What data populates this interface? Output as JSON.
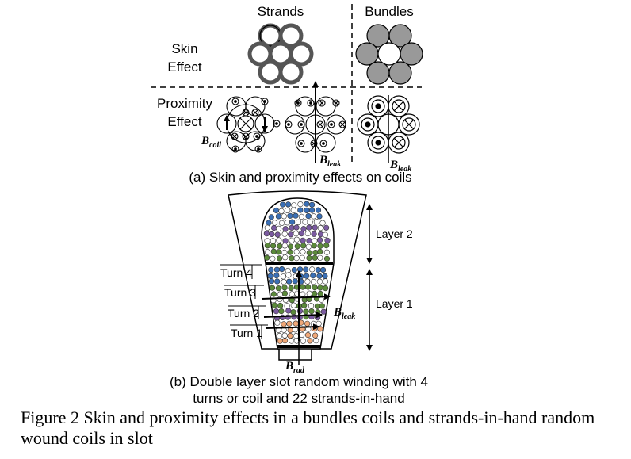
{
  "panel_a": {
    "col_strands": "Strands",
    "col_bundles": "Bundles",
    "row_skin_line1": "Skin",
    "row_skin_line2": "Effect",
    "row_prox_line1": "Proximity",
    "row_prox_line2": "Effect",
    "bcoil_base": "B",
    "bcoil_sub": "coil",
    "bleak_base": "B",
    "bleak_sub": "leak",
    "caption": "(a) Skin and proximity effects on coils"
  },
  "panel_b": {
    "layer2": "Layer 2",
    "layer1": "Layer 1",
    "turns": [
      "Turn 4",
      "Turn 3",
      "Turn 2",
      "Turn 1"
    ],
    "bleak_base": "B",
    "bleak_sub": "leak",
    "brad_base": "B",
    "brad_sub": "rad",
    "caption_line1": "(b) Double layer slot random winding with 4",
    "caption_line2": "turns or coil and 22 strands-in-hand"
  },
  "figure_caption": "Figure 2 Skin and proximity effects in a bundles coils and strands-in-hand random wound coils in slot",
  "colors": {
    "bundle_gray": "#999999",
    "strand_blue": "#3a6fb5",
    "strand_purple": "#7a5aa0",
    "strand_green": "#5b8a3a",
    "strand_orange": "#f0a878"
  }
}
